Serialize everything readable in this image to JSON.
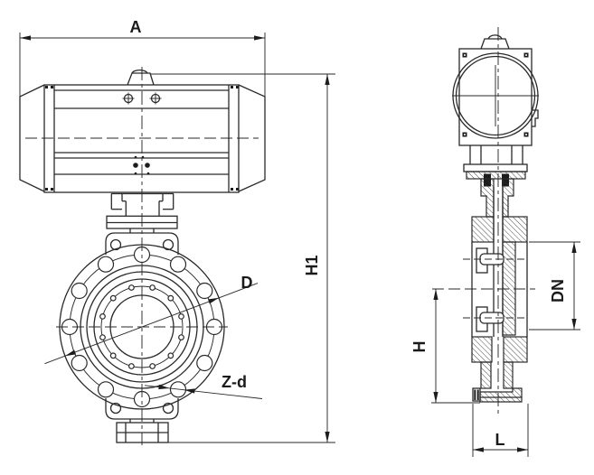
{
  "drawing": {
    "description": "Dimensional drawing of a wafer butterfly valve with pneumatic rack-and-pinion actuator, front view and side section view",
    "views": [
      {
        "id": "front",
        "name": "front view"
      },
      {
        "id": "side",
        "name": "side section view"
      }
    ],
    "dimension_labels": {
      "actuator_width": "A",
      "total_height": "H1",
      "flange_outer_diameter": "D",
      "bolt_holes": "Z-d",
      "nominal_bore": "DN",
      "center_to_base_height": "H",
      "body_face_to_face": "L"
    },
    "colors": {
      "line": "#2a2a2a",
      "background": "#ffffff"
    }
  }
}
